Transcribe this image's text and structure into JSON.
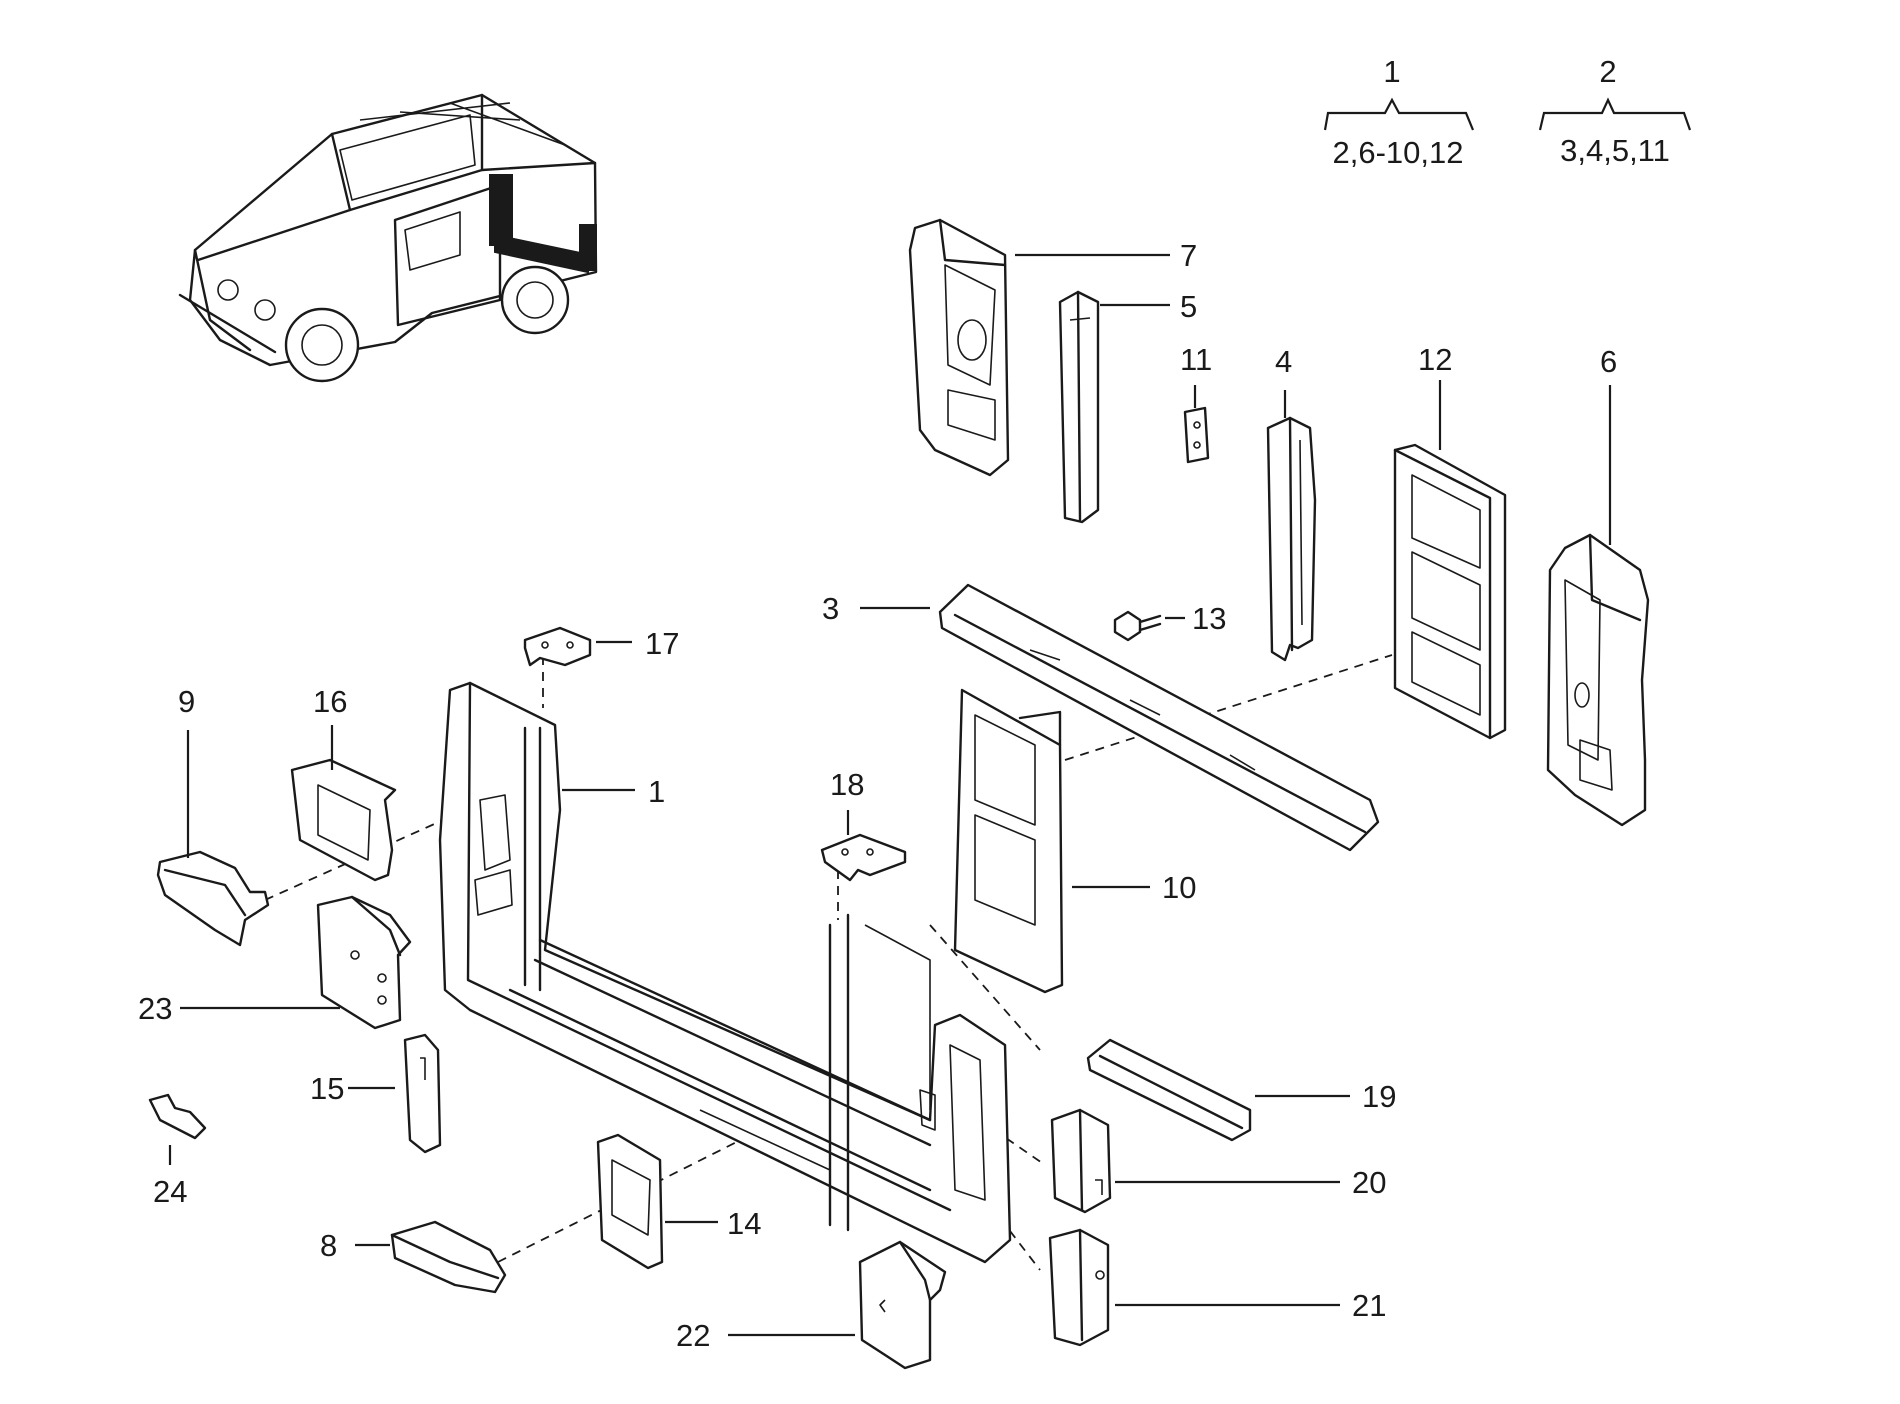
{
  "groups": [
    {
      "number": "1",
      "members": "2,6-10,12"
    },
    {
      "number": "2",
      "members": "3,4,5,11"
    }
  ],
  "callouts": {
    "c1": "1",
    "c3": "3",
    "c4": "4",
    "c5": "5",
    "c6": "6",
    "c7": "7",
    "c8": "8",
    "c9": "9",
    "c10": "10",
    "c11": "11",
    "c12": "12",
    "c13": "13",
    "c14": "14",
    "c15": "15",
    "c16": "16",
    "c17": "17",
    "c18": "18",
    "c19": "19",
    "c20": "20",
    "c21": "21",
    "c22": "22",
    "c23": "23",
    "c24": "24"
  }
}
